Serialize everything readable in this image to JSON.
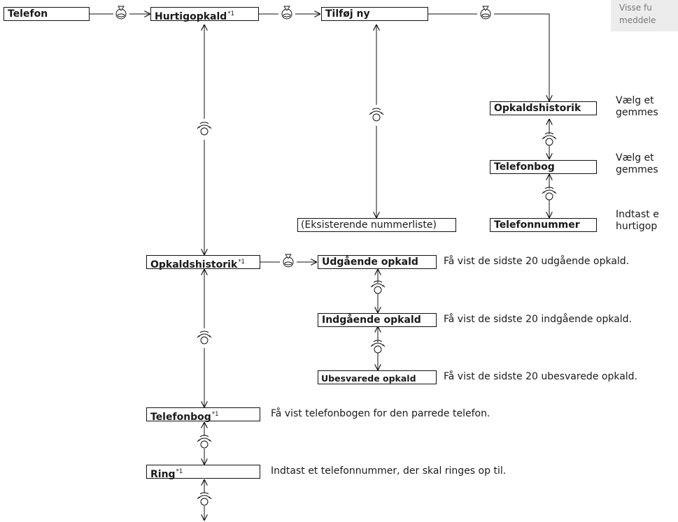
{
  "nodes": {
    "telefon": "Telefon",
    "hurtigopkald": "Hurtigopkald",
    "tilfoej_ny": "Tilføj ny",
    "opkaldshistorik_right": "Opkaldshistorik",
    "telefonbog_right": "Telefonbog",
    "telefonnummer": "Telefonnummer",
    "eksisterende": "(Eksisterende nummerliste)",
    "opkaldshistorik": "Opkaldshistorik",
    "udgaaende": "Udgående opkald",
    "indgaaende": "Indgående opkald",
    "ubesvarede": "Ubesvarede opkald",
    "telefonbog": "Telefonbog",
    "ring": "Ring"
  },
  "footnote_mark": "*1",
  "descriptions": {
    "opkaldshistorik_right": [
      "Vælg et",
      "gemmes"
    ],
    "telefonbog_right": [
      "Vælg et",
      "gemmes"
    ],
    "telefonnummer": [
      "Indtast e",
      "hurtigop"
    ],
    "udgaaende": "Få vist de sidste 20 udgående opkald.",
    "indgaaende": "Få vist de sidste 20 indgående opkald.",
    "ubesvarede": "Få vist de sidste 20 ubesvarede opkald.",
    "telefonbog": "Få vist telefonbogen for den parrede telefon.",
    "ring": "Indtast et telefonnummer, der skal ringes op til."
  },
  "sidenote": [
    "Visse fu",
    "meddele"
  ],
  "icons": {
    "press": "press-selector-icon",
    "rotate": "rotate-selector-icon"
  },
  "colors": {
    "line": "#111111",
    "sidenote_bg": "#ececec"
  }
}
